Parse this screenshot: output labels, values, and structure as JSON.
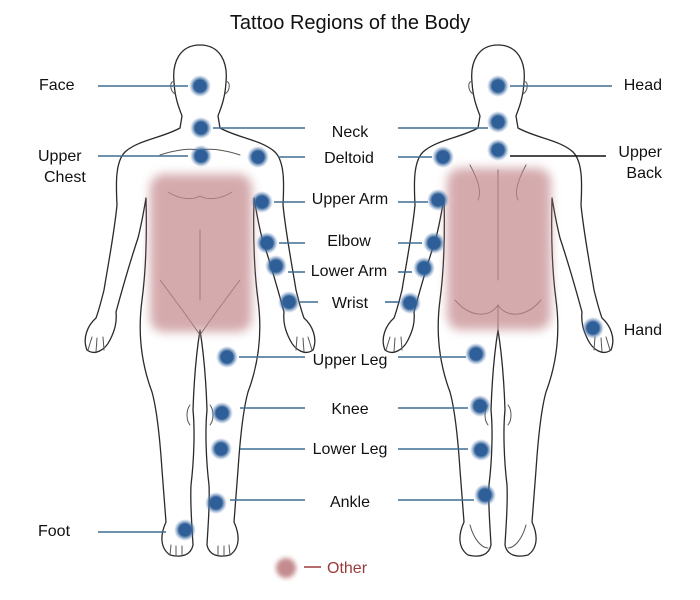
{
  "title": "Tattoo Regions of the Body",
  "colors": {
    "marker": "#2e5f98",
    "marker_glow": "#6f92bf",
    "other_region": "#c48a8e",
    "other_label": "#9b3a3a",
    "leader_line": "#3f6d94"
  },
  "front_labels": {
    "face": "Face",
    "upper_chest_1": "Upper",
    "upper_chest_2": "Chest",
    "foot": "Foot"
  },
  "center_labels": {
    "neck": "Neck",
    "deltoid": "Deltoid",
    "upper_arm": "Upper Arm",
    "elbow": "Elbow",
    "lower_arm": "Lower Arm",
    "wrist": "Wrist",
    "upper_leg": "Upper Leg",
    "knee": "Knee",
    "lower_leg": "Lower Leg",
    "ankle": "Ankle"
  },
  "back_labels": {
    "head": "Head",
    "upper_back_1": "Upper",
    "upper_back_2": "Back",
    "hand": "Hand"
  },
  "legend": {
    "other": "Other"
  }
}
